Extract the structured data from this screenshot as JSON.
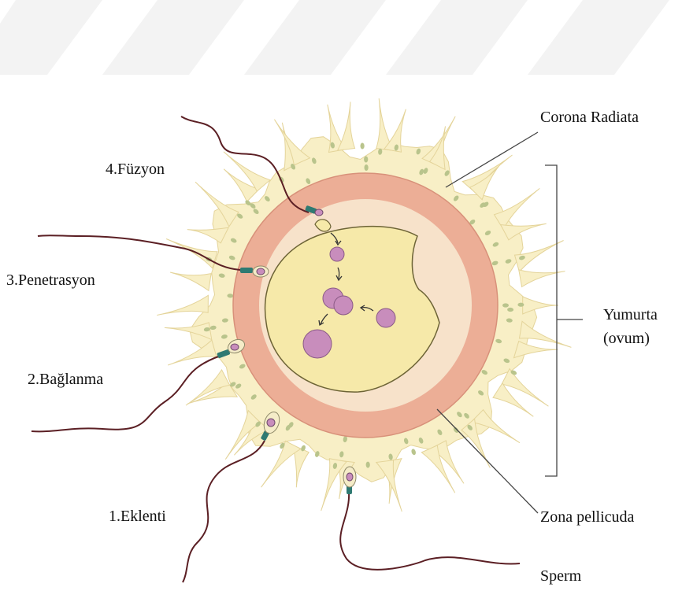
{
  "labels": {
    "corona_radiata": "Corona Radiata",
    "fusion": "4.Füzyon",
    "penetration": "3.Penetrasyon",
    "binding": "2.Bağlanma",
    "attachment": "1.Eklenti",
    "egg_line1": "Yumurta",
    "egg_line2": "(ovum)",
    "zona": "Zona pellicuda",
    "sperm": "Sperm"
  },
  "colors": {
    "corona": "#f8efc6",
    "corona_stroke": "#e4d49a",
    "corona_cell": "#b9c48c",
    "zona": "#ecae96",
    "zona_stroke": "#d8917a",
    "gap": "#f7e2ca",
    "ovum": "#f6e9a9",
    "ovum_stroke": "#6d6436",
    "nucleus": "#c88dbc",
    "nucleus_stroke": "#8a5a86",
    "sperm_tail": "#5b1f24",
    "sperm_neck": "#2f7a72",
    "watermark": "#f2f2f2",
    "line": "#444444"
  }
}
